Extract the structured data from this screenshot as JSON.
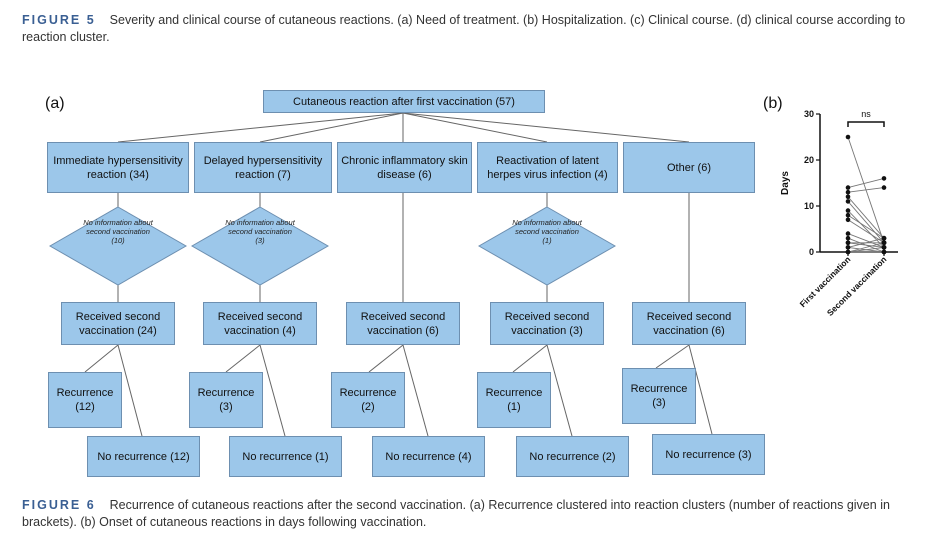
{
  "fig5_caption": {
    "label": "FIGURE 5",
    "text": "Severity and clinical course of cutaneous reactions. (a) Need of treatment. (b) Hospitalization. (c) Clinical course. (d) clinical course according to reaction cluster."
  },
  "fig6_caption": {
    "label": "FIGURE 6",
    "text": "Recurrence of cutaneous reactions after the second vaccination. (a) Recurrence clustered into reaction clusters (number of reactions given in brackets). (b) Onset of cutaneous reactions in days following vaccination."
  },
  "panel_a": {
    "label": "(a)",
    "root": "Cutaneous reaction after first vaccination (57)",
    "columns": [
      {
        "category": "Immediate hypersensitivity reaction (34)",
        "no_info": "No information about second vaccination (10)",
        "received": "Received second vaccination (24)",
        "recurrence": "Recurrence (12)",
        "no_recurrence": "No recurrence (12)"
      },
      {
        "category": "Delayed hypersensitivity reaction (7)",
        "no_info": "No information about second vaccination (3)",
        "received": "Received second vaccination (4)",
        "recurrence": "Recurrence (3)",
        "no_recurrence": "No recurrence (1)"
      },
      {
        "category": "Chronic inflammatory skin disease (6)",
        "no_info": "",
        "received": "Received second vaccination (6)",
        "recurrence": "Recurrence (2)",
        "no_recurrence": "No recurrence (4)"
      },
      {
        "category": "Reactivation of latent herpes virus infection (4)",
        "no_info": "No information about second vaccination (1)",
        "received": "Received second vaccination (3)",
        "recurrence": "Recurrence (1)",
        "no_recurrence": "No recurrence (2)"
      },
      {
        "category": "Other (6)",
        "no_info": "",
        "received": "Received second vaccination (6)",
        "recurrence": "Recurrence (3)",
        "no_recurrence": "No recurrence (3)"
      }
    ]
  },
  "panel_b": {
    "label": "(b)",
    "significance": "ns",
    "chart_data": {
      "type": "scatter",
      "ylabel": "Days",
      "ylim": [
        0,
        30
      ],
      "yticks": [
        0,
        10,
        20,
        30
      ],
      "categories": [
        "First vaccination",
        "Second vaccination"
      ],
      "pairs": [
        [
          25,
          2
        ],
        [
          14,
          16
        ],
        [
          13,
          14
        ],
        [
          12,
          3
        ],
        [
          11,
          2
        ],
        [
          9,
          1
        ],
        [
          8,
          3
        ],
        [
          7,
          2
        ],
        [
          4,
          1
        ],
        [
          3,
          0
        ],
        [
          2,
          2
        ],
        [
          2,
          1
        ],
        [
          1,
          3
        ],
        [
          1,
          0
        ],
        [
          0,
          1
        ],
        [
          0,
          2
        ],
        [
          0,
          0
        ]
      ]
    }
  },
  "colors": {
    "box_fill": "#9cc7ea",
    "box_border": "#6d8fb0",
    "caption_label": "#3a5f93"
  }
}
